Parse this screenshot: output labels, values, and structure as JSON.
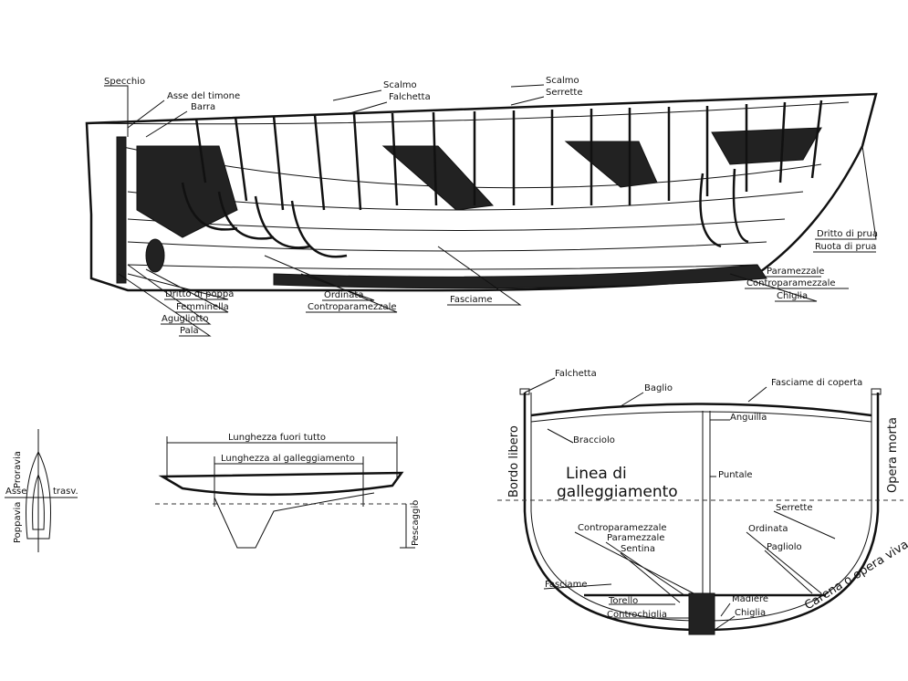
{
  "side_view": {
    "labels": {
      "specchio": "Specchio",
      "asse_timone": "Asse del timone",
      "barra": "Barra",
      "scalmo_1": "Scalmo",
      "falchetta": "Falchetta",
      "scalmo_2": "Scalmo",
      "serrette": "Serrette",
      "dritto_prua": "Dritto di prua",
      "ruota_prua": "Ruota di prua",
      "paramezzale": "Paramezzale",
      "controparamezzale_prua": "Controparamezzale",
      "chiglia": "Chiglia",
      "fasciame": "Fasciame",
      "ordinata": "Ordinata",
      "controparamezzale": "Controparamezzale",
      "dritto_poppa": "Dritto di poppa",
      "femminella": "Femminella",
      "agugliotto": "Agugliotto",
      "pala": "Pala"
    }
  },
  "plan_view": {
    "labels": {
      "proravia": "Proravia",
      "poppavia": "Poppavia",
      "asse": "Asse",
      "trasv": "trasv."
    }
  },
  "length_view": {
    "labels": {
      "lunghezza_fuori_tutto": "Lunghezza fuori tutto",
      "lunghezza_galleggiamento": "Lunghezza al galleggiamento",
      "pescaggio": "Pescaggio"
    }
  },
  "section_view": {
    "labels": {
      "falchetta": "Falchetta",
      "baglio": "Baglio",
      "fasciame_coperta": "Fasciame di coperta",
      "anguilla": "Anguilla",
      "bracciolo": "Bracciolo",
      "linea_1": "Linea di",
      "linea_2": "galleggiamento",
      "puntale": "Puntale",
      "bordo_libero": "Bordo libero",
      "opera_morta": "Opera morta",
      "serrette": "Serrette",
      "ordinata": "Ordinata",
      "pagliolo": "Pagliolo",
      "carena": "Carena o opera viva",
      "controparamezzale": "Controparamezzale",
      "paramezzale": "Paramezzale",
      "sentina": "Sentina",
      "fasciame": "Fasciame",
      "torello": "Torello",
      "controchiglia": "Controchiglia",
      "madiere": "Madiere",
      "chiglia": "Chiglia"
    }
  }
}
